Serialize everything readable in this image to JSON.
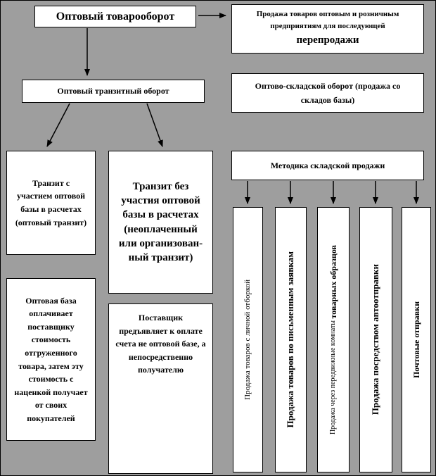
{
  "colors": {
    "background": "#9e9e9e",
    "box_bg": "#ffffff",
    "border": "#000000",
    "arrow": "#000000"
  },
  "boxes": {
    "title": {
      "label": "Оптовый товарооборот"
    },
    "resale": {
      "text_start": "Продажа товаров оптовым и розничным предприятиям для последующей",
      "text_emphasis": "перепродажи"
    },
    "transit_turnover": {
      "label": "Оптовый транзитный оборот"
    },
    "warehouse_turnover": {
      "label": "Оптово-складской оборот (продажа со складов базы)"
    },
    "transit_with": {
      "label": "Транзит с участием оптовой базы в расчетах (оптовый транзит)"
    },
    "transit_without": {
      "label": "Транзит без участия оптовой базы в расчетах (неоплаченный или организован-ный транзит)"
    },
    "methodology": {
      "label": "Методика складской продажи"
    },
    "base_pays": {
      "label": "Оптовая база оплачивает поставщику стоимость отгруженного товара, затем эту стоимость с наценкой получает от своих покупателей"
    },
    "supplier": {
      "label": "Поставщик предъявляет к оплате счета не оптовой базе, а непосредственно получателю"
    }
  },
  "sales_methods": [
    {
      "label": "Продажа товаров с личной отборкой"
    },
    {
      "label": "Продажа товаров по письменным заявкам"
    },
    {
      "label_part1": "Продажа через передвижные комнаты",
      "label_part2": "товарных образцов"
    },
    {
      "label": "Продажа посредством автоотправки"
    },
    {
      "label": "Почтовые отправки"
    }
  ]
}
